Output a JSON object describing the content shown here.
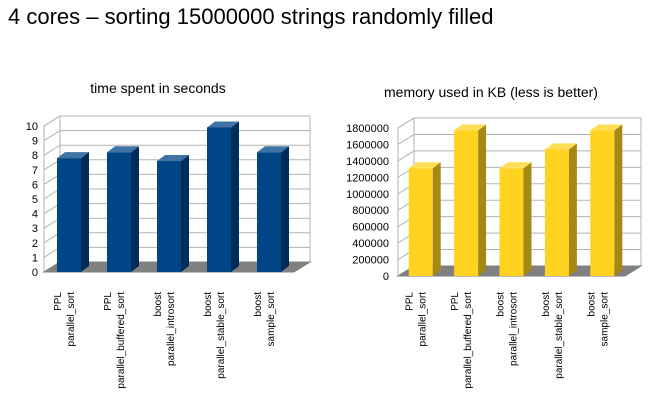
{
  "title": "4 cores – sorting 15000000 strings randomly filled",
  "chart_data": [
    {
      "type": "bar",
      "title": "time spent in seconds",
      "categories": [
        [
          "PPL",
          "parallel_sort"
        ],
        [
          "PPL",
          "parallel_buffered_sort"
        ],
        [
          "boost",
          "parallel_introsort"
        ],
        [
          "boost",
          "parallel_stable_sort"
        ],
        [
          "boost",
          "sample_sort"
        ]
      ],
      "values": [
        7.8,
        8.2,
        7.6,
        9.9,
        8.2
      ],
      "ylim": [
        0,
        10
      ],
      "yticks": [
        0,
        1,
        2,
        3,
        4,
        5,
        6,
        7,
        8,
        9,
        10
      ],
      "grid": true,
      "color": "#004586",
      "xlabel": "",
      "ylabel": ""
    },
    {
      "type": "bar",
      "title": "memory used in KB (less is better)",
      "categories": [
        [
          "PPL",
          "parallel_sort"
        ],
        [
          "PPL",
          "parallel_buffered_sort"
        ],
        [
          "boost",
          "parallel_introsort"
        ],
        [
          "boost",
          "parallel_stable_sort"
        ],
        [
          "boost",
          "sample_sort"
        ]
      ],
      "values": [
        1310000,
        1770000,
        1310000,
        1540000,
        1770000
      ],
      "ylim": [
        0,
        1800000
      ],
      "yticks": [
        0,
        200000,
        400000,
        600000,
        800000,
        1000000,
        1200000,
        1400000,
        1600000,
        1800000
      ],
      "grid": true,
      "color": "#ffd320",
      "xlabel": "",
      "ylabel": ""
    }
  ]
}
